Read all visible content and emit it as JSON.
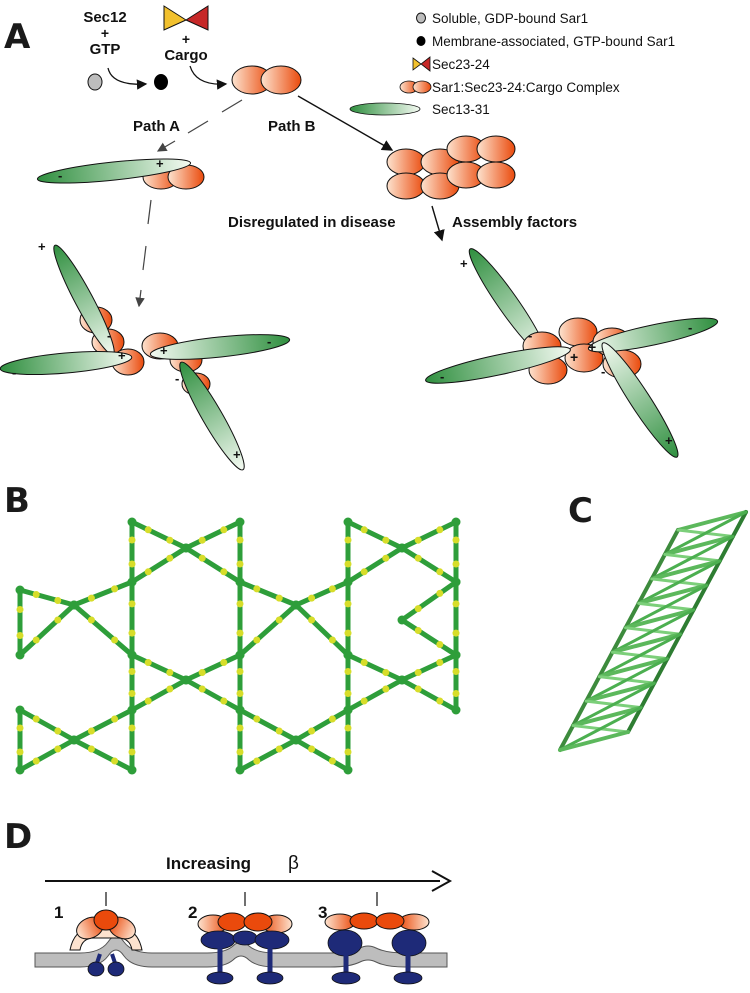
{
  "panels": {
    "a": "A",
    "b": "B",
    "c": "C",
    "d": "D"
  },
  "panel_a": {
    "reactant_sec12": "Sec12",
    "plus1": "+",
    "reactant_gtp": "GTP",
    "plus2": "+",
    "reactant_cargo": "Cargo",
    "path_a": "Path A",
    "path_b": "Path B",
    "disease_label": "Disregulated in disease",
    "assembly_label": "Assembly factors",
    "plus_sign": "+",
    "minus_sign": "-"
  },
  "legend": [
    {
      "label": "Soluble, GDP-bound Sar1"
    },
    {
      "label": "Membrane-associated, GTP-bound Sar1"
    },
    {
      "label": "Sec23-24"
    },
    {
      "label": "Sar1:Sec23-24:Cargo Complex"
    },
    {
      "label": "Sec13-31"
    }
  ],
  "panel_d": {
    "axis_label": "Increasing",
    "axis_symbol": "β",
    "stages": [
      "1",
      "2",
      "3"
    ]
  },
  "colors": {
    "sec_green": "#2f8f3f",
    "node_green": "#2e9e3a",
    "node_yellow": "#d7dd2a",
    "complex_orange": "#ea4a0c",
    "membrane_grey": "#bdbdbd",
    "navy": "#1e2a78"
  }
}
